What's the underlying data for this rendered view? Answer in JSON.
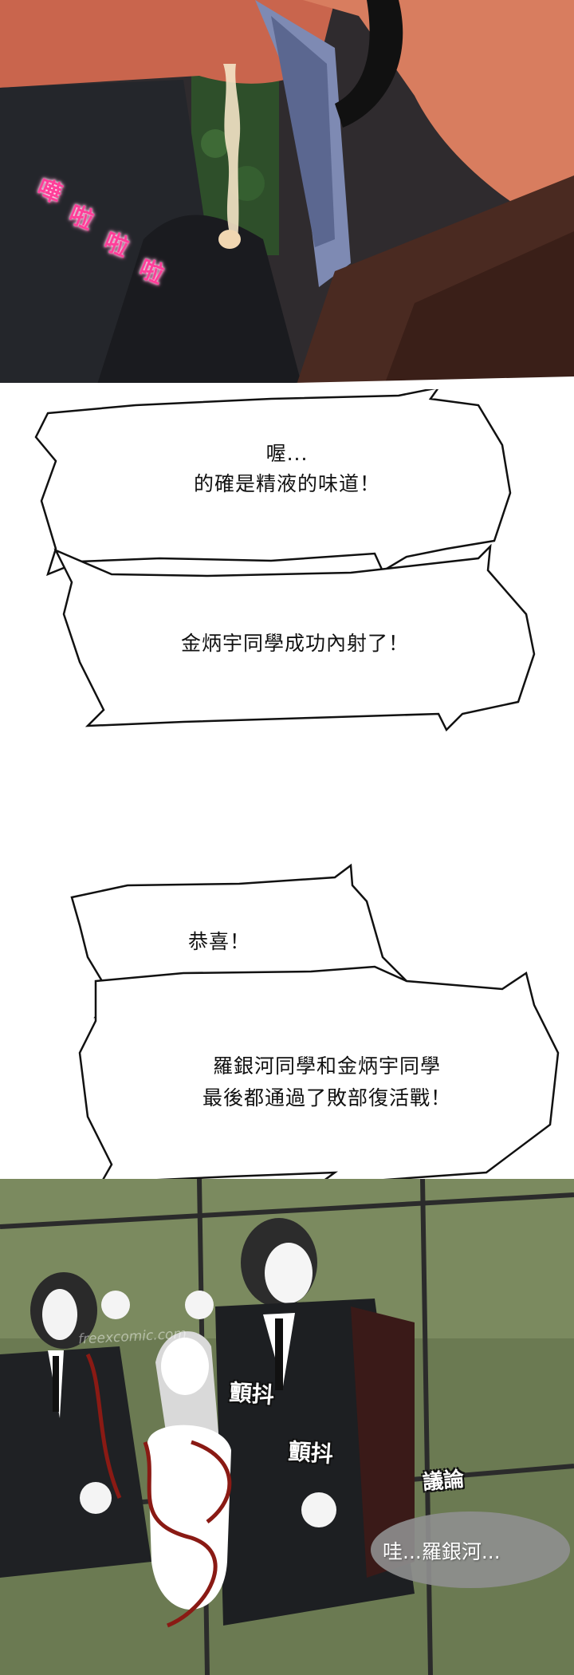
{
  "panel_top": {
    "sfx": [
      "嘩",
      "啦",
      "啦",
      "啦"
    ]
  },
  "bubble_1": {
    "lines": [
      "喔...",
      "的確是精液的味道！"
    ]
  },
  "bubble_2": {
    "lines": [
      "金炳宇同學成功內射了！"
    ]
  },
  "bubble_3": {
    "lines": [
      "恭喜！"
    ]
  },
  "bubble_4": {
    "lines": [
      "羅銀河同學和金炳宇同學",
      "最後都通過了敗部復活戰！"
    ]
  },
  "panel_bottom": {
    "watermark": "freexcomic.com",
    "sfx_1": "顫抖",
    "sfx_2": "顫抖",
    "sfx_3": "議論",
    "gray_bubble": "哇...羅銀河..."
  },
  "colors": {
    "sfx_pink": "#ff3f9a",
    "suit_black": "#1d1f22",
    "skin": "#d3735a",
    "grass": "#6b7a52"
  }
}
